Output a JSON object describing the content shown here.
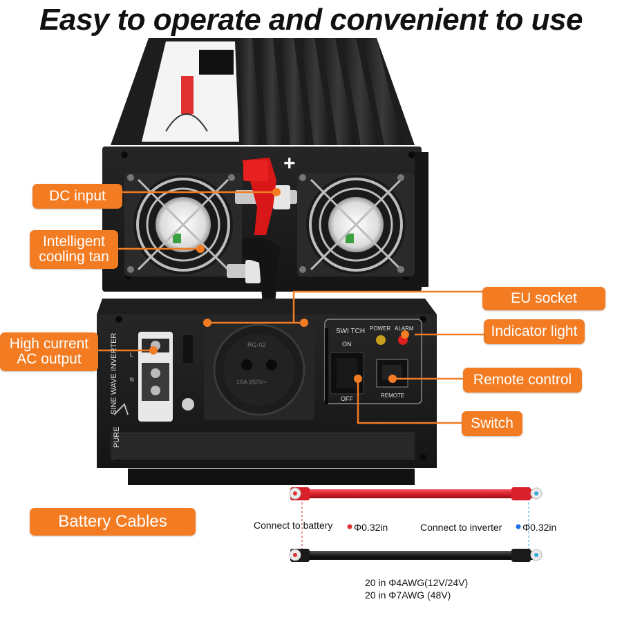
{
  "headline": "Easy to operate and convenient to use",
  "callouts": {
    "dc_input": "DC input",
    "cooling_fan_line1": "Intelligent",
    "cooling_fan_line2": "cooling tan",
    "ac_output_line1": "High current",
    "ac_output_line2": "AC output",
    "eu_socket": "EU socket",
    "indicator_light": "Indicator light",
    "remote_control": "Remote control",
    "switch": "Switch",
    "battery_cables": "Battery Cables"
  },
  "panel_labels": {
    "switch_title": "SWI TCH",
    "on": "ON",
    "off": "OFF",
    "power": "POWER",
    "alarm": "ALARM",
    "remote": "REMOTE",
    "side_text": "SINE WAVE INVERTER",
    "pure": "PURE",
    "l": "L",
    "n": "N",
    "socket_rating": "16A 250V~",
    "socket_model": "RG-02",
    "plus": "+"
  },
  "cables": {
    "battery_label": "Connect to battery",
    "battery_diameter": "Φ0.32in",
    "inverter_label": "Connect to inverter",
    "inverter_diameter": "Φ0.32in",
    "spec_line1": "20 in Φ4AWG(12V/24V)",
    "spec_line2": "20 in Φ7AWG (48V)"
  },
  "colors": {
    "accent_orange": "#f37c22",
    "cable_red": "#d8202a",
    "cable_black": "#1a1a1a",
    "terminal_blue": "#3aa8e0",
    "indicator_red": "#e02020",
    "indicator_yellow": "#c8a020"
  }
}
